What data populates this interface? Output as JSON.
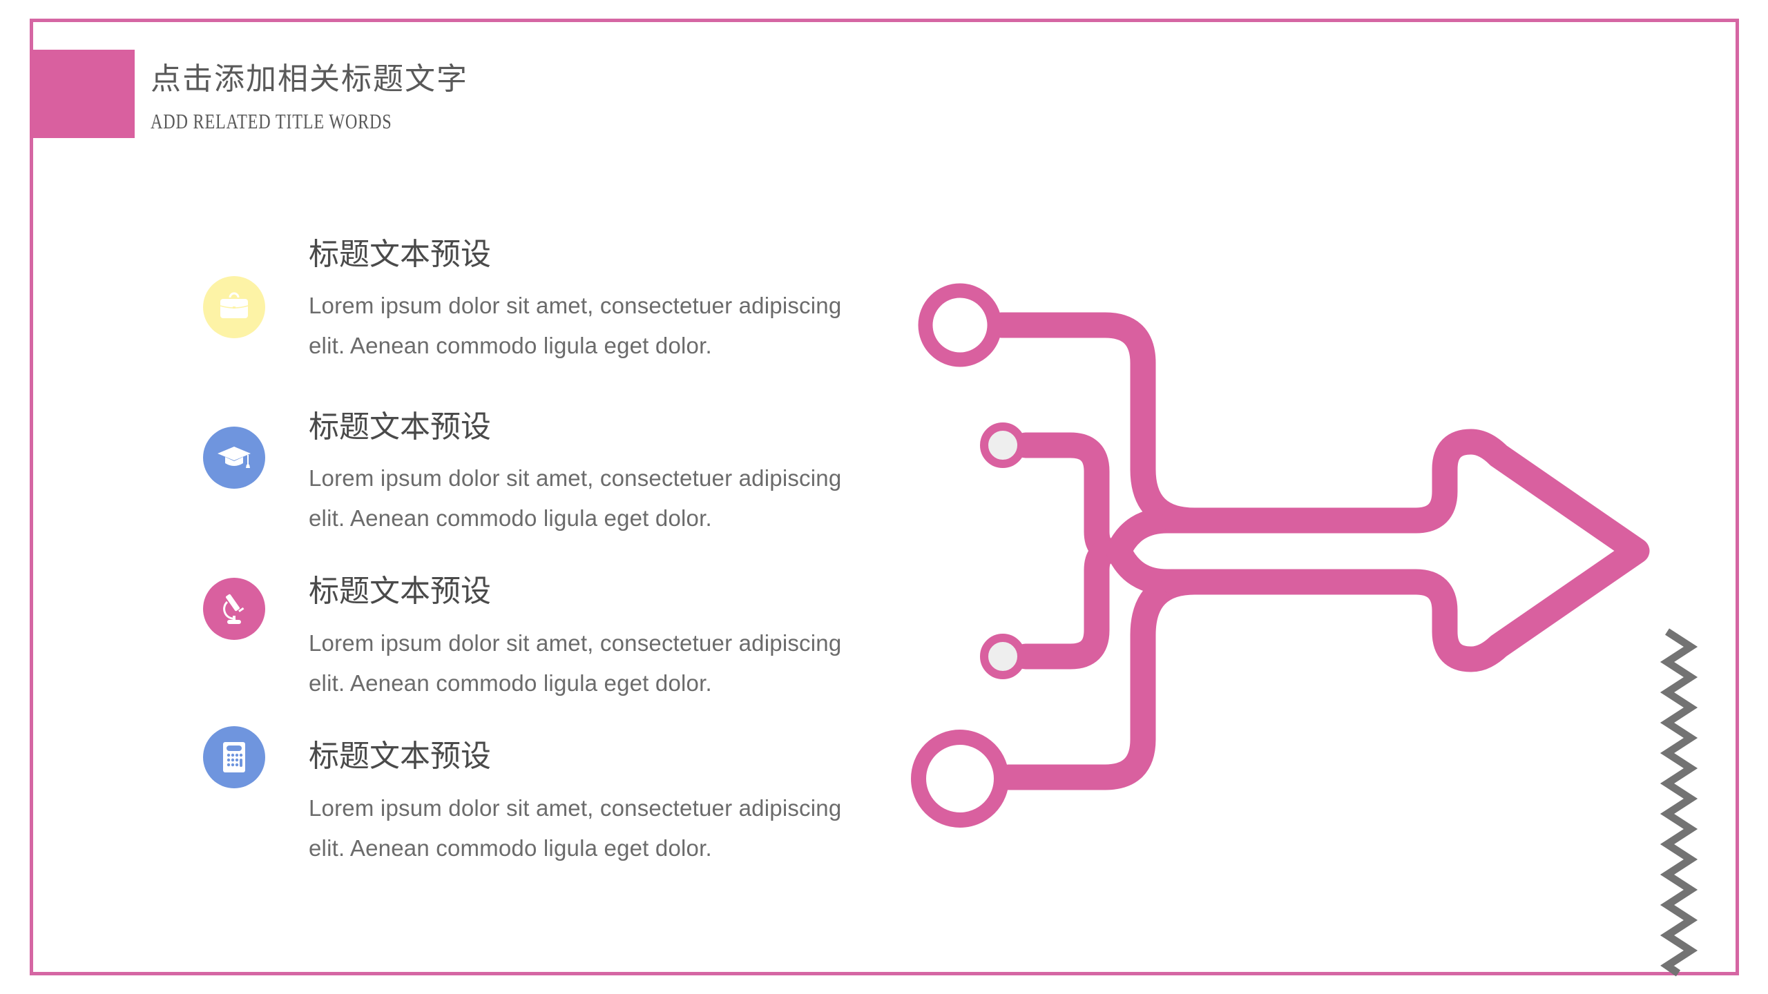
{
  "header": {
    "title": "点击添加相关标题文字",
    "subtitle": "ADD RELATED TITLE WORDS"
  },
  "colors": {
    "accent_pink": "#d9609f",
    "frame_pink": "#d566a3",
    "icon_yellow": "#fdf3a6",
    "icon_blue": "#6f95de",
    "icon_pink": "#d9609f",
    "zigzag_gray": "#737373",
    "heading_text": "#4a4a4a",
    "body_text": "#6b6b6b"
  },
  "items": [
    {
      "icon": "briefcase-icon",
      "icon_color": "#fdf3a6",
      "heading": "标题文本预设",
      "body_line1": "Lorem ipsum dolor sit amet, consectetuer adipiscing",
      "body_line2": "elit. Aenean commodo ligula eget dolor."
    },
    {
      "icon": "graduation-cap-icon",
      "icon_color": "#6f95de",
      "heading": "标题文本预设",
      "body_line1": "Lorem ipsum dolor sit amet, consectetuer adipiscing",
      "body_line2": "elit. Aenean commodo ligula eget dolor."
    },
    {
      "icon": "microscope-icon",
      "icon_color": "#d9609f",
      "heading": "标题文本预设",
      "body_line1": "Lorem ipsum dolor sit amet, consectetuer adipiscing",
      "body_line2": "elit. Aenean commodo ligula eget dolor."
    },
    {
      "icon": "calculator-icon",
      "icon_color": "#6f95de",
      "heading": "标题文本预设",
      "body_line1": "Lorem ipsum dolor sit amet, consectetuer adipiscing",
      "body_line2": "elit. Aenean commodo ligula eget dolor."
    }
  ],
  "graphic": {
    "type": "merging-arrow",
    "branches": 4,
    "decoration": "zigzag-line"
  }
}
